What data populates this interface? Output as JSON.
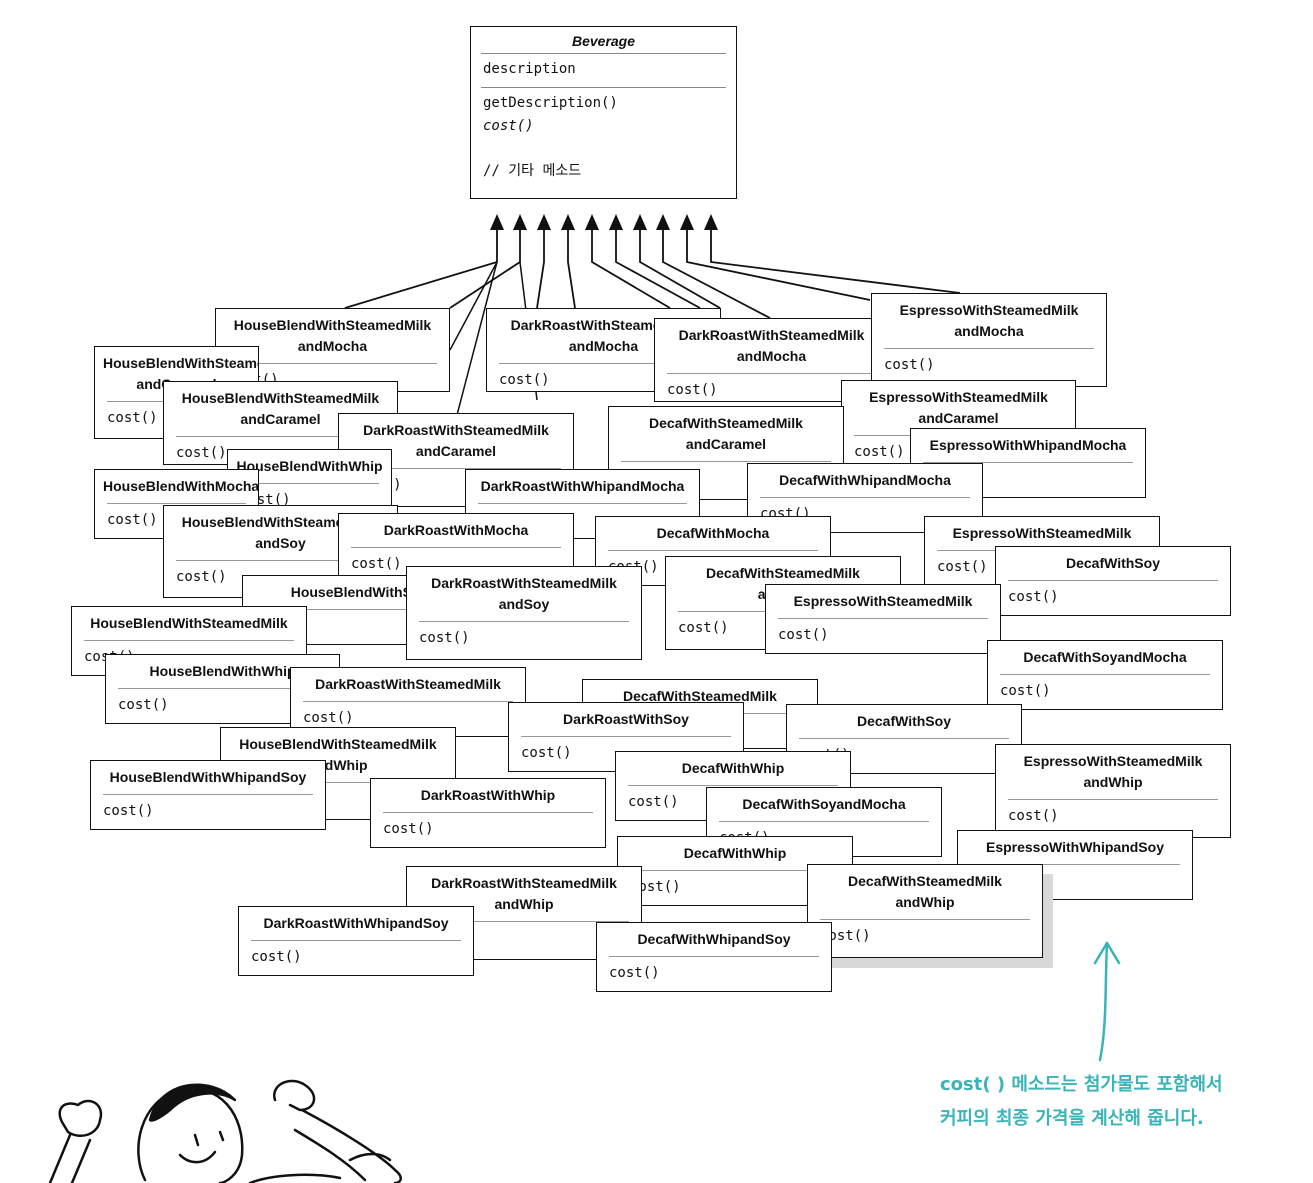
{
  "beverage": {
    "title": "Beverage",
    "field": "description",
    "method1": "getDescription()",
    "method2": "cost()",
    "comment": "// 기타 메소드"
  },
  "classes": [
    "HouseBlendWithSteamedMilk andMocha",
    "DarkRoastWithSteamedMilk andMocha",
    "DarkRoastWithSteamedMilk andMocha",
    "EspressoWithSteamedMilk andMocha",
    "HouseBlendWithSteamedMilk andCaramel",
    "HouseBlendWithSteamedMilk andCaramel",
    "EspressoWithSteamedMilk andCaramel",
    "DarkRoastWithSteamedMilk andCaramel",
    "DecafWithSteamedMilk andCaramel",
    "EspressoWithWhipandMocha",
    "HouseBlendWithWhip",
    "HouseBlendWithMocha",
    "DarkRoastWithWhipandMocha",
    "DecafWithWhipandMocha",
    "HouseBlendWithSteamedMilk andSoy",
    "DarkRoastWithMocha",
    "DecafWithMocha",
    "EspressoWithSteamedMilk",
    "DecafWithSoy",
    "HouseBlendWithSoy",
    "DarkRoastWithSteamedMilk andSoy",
    "DecafWithSteamedMilk andSoy",
    "EspressoWithSteamedMilk",
    "HouseBlendWithSteamedMilk",
    "HouseBlendWithWhip",
    "DarkRoastWithSteamedMilk",
    "DecafWithSteamedMilk",
    "DecafWithSoyandMocha",
    "DarkRoastWithSoy",
    "DecafWithSoy",
    "HouseBlendWithSteamedMilk andWhip",
    "HouseBlendWithWhipandSoy",
    "DarkRoastWithWhip",
    "DecafWithWhip",
    "DecafWithSoyandMocha",
    "EspressoWithSteamedMilk andWhip",
    "EspressoWithWhipandSoy",
    "DecafWithWhip",
    "DarkRoastWithSteamedMilk andWhip",
    "DecafWithSteamedMilk andWhip",
    "DarkRoastWithWhipandSoy",
    "DecafWithWhipandSoy"
  ],
  "method": "cost()",
  "note": {
    "line1": "cost( ) 메소드는 첨가물도 포함해서",
    "line2": "커피의 최종 가격을 계산해 줍니다."
  },
  "colors": {
    "note": "#3ab4b8"
  }
}
